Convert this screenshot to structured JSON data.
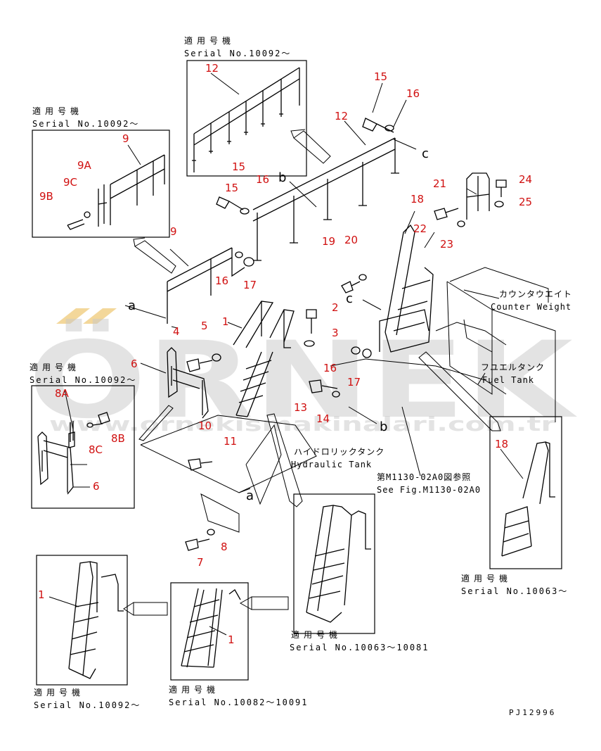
{
  "watermark": {
    "brand": "ÖRNEK",
    "url": "www.ornekismakinalari.com.tr",
    "brand_color": "#c8c8c8",
    "dots_color": "#f3d79a"
  },
  "colors": {
    "part_number": "#d01010",
    "line": "#000000"
  },
  "serial_labels": {
    "top_center": {
      "jp": "適用号機",
      "en": "Serial No.10092～"
    },
    "top_left": {
      "jp": "適用号機",
      "en": "Serial No.10092～"
    },
    "mid_left": {
      "jp": "適用号機",
      "en": "Serial No.10092～"
    },
    "right": {
      "jp": "適用号機",
      "en": "Serial No.10063～"
    },
    "ladder_a": {
      "jp": "適用号機",
      "en": "Serial No.10063～10081"
    },
    "ladder_b": {
      "jp": "適用号機",
      "en": "Serial No.10082～10091"
    },
    "ladder_c": {
      "jp": "適用号機",
      "en": "Serial No.10092～"
    }
  },
  "components": {
    "counter_weight": {
      "jp": "カウンタウエイト",
      "en": "Counter Weight"
    },
    "fuel_tank": {
      "jp": "フユエルタンク",
      "en": "Fuel Tank"
    },
    "hydraulic_tank": {
      "jp": "ハイドロリックタンク",
      "en": "Hydraulic Tank"
    }
  },
  "reference": {
    "jp": "第M1130-02A0図参照",
    "en": "See Fig.M1130-02A0"
  },
  "drawing_code": "PJ12996",
  "callout_letters": {
    "a": "a",
    "b": "b",
    "c": "c"
  },
  "part_numbers": [
    "1",
    "2",
    "3",
    "4",
    "5",
    "6",
    "7",
    "8",
    "9",
    "10",
    "11",
    "12",
    "13",
    "14",
    "15",
    "16",
    "17",
    "18",
    "19",
    "20",
    "21",
    "22",
    "23",
    "24",
    "25",
    "9A",
    "9B",
    "9C",
    "8A",
    "8B",
    "8C"
  ]
}
